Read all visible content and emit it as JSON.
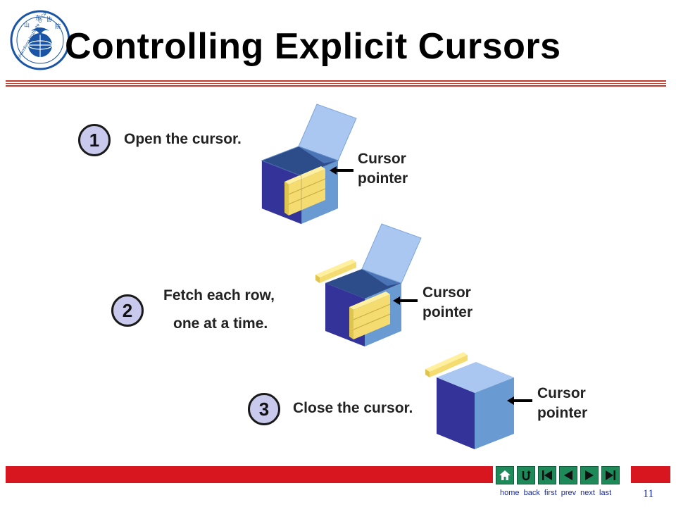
{
  "slide": {
    "title": "Controlling Explicit Cursors",
    "page_number": "11",
    "logo_text": "Shandong Institute Of Co"
  },
  "steps": [
    {
      "number": "1",
      "text_lines": [
        "Open the cursor."
      ]
    },
    {
      "number": "2",
      "text_lines": [
        "Fetch each row,",
        "one at a time."
      ]
    },
    {
      "number": "3",
      "text_lines": [
        "Close the cursor."
      ]
    }
  ],
  "cursor_label": {
    "line1": "Cursor",
    "line2": "pointer"
  },
  "nav": {
    "buttons": [
      "home-icon",
      "back-icon",
      "first-icon",
      "prev-icon",
      "next-icon",
      "last-icon"
    ],
    "labels": [
      "home",
      "back",
      "first",
      "prev",
      "next",
      "last"
    ]
  },
  "colors": {
    "accent_red": "#d7161f",
    "nav_green": "#1e8a5a",
    "box_front": "#33339a",
    "box_side": "#6699cc",
    "lid": "#99bbee",
    "row_yellow": "#f5dc70"
  }
}
